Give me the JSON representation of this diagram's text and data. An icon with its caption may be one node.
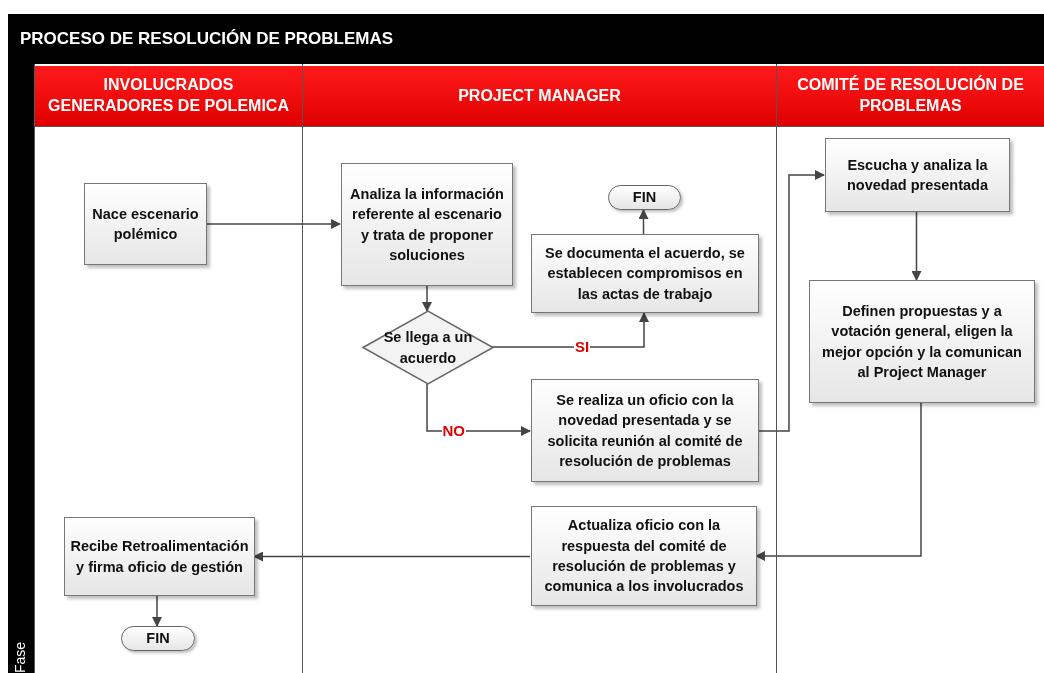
{
  "diagram": {
    "title": "PROCESO DE RESOLUCIÓN DE PROBLEMAS",
    "nodes": [
      {
        "text": [
          "INVOLUCRADOS GENERADORES DE POLEMICA"
        ]
      },
      {
        "text": [
          "PROJECT MANAGER"
        ]
      },
      {
        "text": [
          "COMITÉ DE RESOLUCIÓN DE PROBLEMAS"
        ]
      },
      {
        "text": [
          "Nace escenario polémico"
        ],
        "in": 0
      },
      {
        "text": [
          "Analiza la información referente al escenario y trata de proponer soluciones"
        ],
        "in": 1
      },
      {
        "text": [
          "FIN"
        ],
        "in": 1
      },
      {
        "text": [
          "Se documenta el acuerdo, se establecen compromisos en las actas de trabajo"
        ],
        "in": 1
      },
      {
        "text": [
          "Se llega a un acuerdo"
        ],
        "in": 1
      },
      {
        "text": [
          "Se realiza un oficio con la novedad presentada y se solicita reunión al comité de resolución de problemas"
        ],
        "in": 1
      },
      {
        "text": [
          "Escucha y analiza la novedad presentada"
        ],
        "in": 2
      },
      {
        "text": [
          "Definen propuestas y a votación general, eligen la mejor opción y la comunican al Project Manager"
        ],
        "in": 2
      },
      {
        "text": [
          "Actualiza oficio con la respuesta del comité de resolución de problemas y comunica a los involucrados"
        ],
        "in": 1
      },
      {
        "text": [
          "Recibe Retroalimentación y firma oficio de gestión"
        ],
        "in": 0
      },
      {
        "text": [
          "FIN"
        ],
        "in": 0
      }
    ],
    "edges": [
      {
        "from": 3,
        "to": 4,
        "arrow": "to"
      },
      {
        "from": 4,
        "to": 7,
        "arrow": "to"
      },
      {
        "from": 7,
        "to": 6,
        "arrow": "to",
        "label": "SI"
      },
      {
        "from": 6,
        "to": 5,
        "arrow": "to"
      },
      {
        "from": 7,
        "to": 8,
        "arrow": "to",
        "label": "NO"
      },
      {
        "from": 8,
        "to": 9,
        "arrow": "to"
      },
      {
        "from": 9,
        "to": 10,
        "arrow": "to"
      },
      {
        "from": 10,
        "to": 11,
        "arrow": "to"
      },
      {
        "from": 11,
        "to": 12,
        "arrow": "to"
      },
      {
        "from": 12,
        "to": 13,
        "arrow": "to"
      }
    ],
    "labels": [
      "Fase"
    ]
  }
}
